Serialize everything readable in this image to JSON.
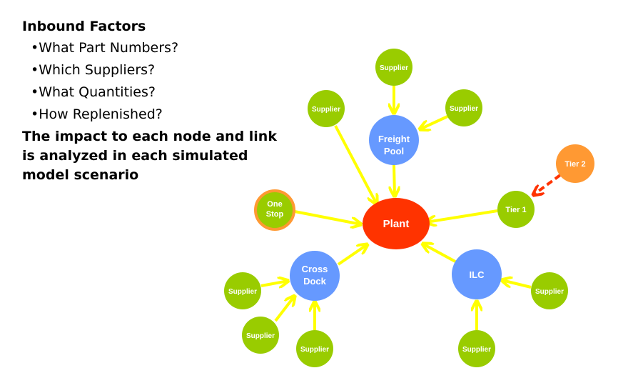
{
  "heading": "Inbound Factors",
  "bullets": [
    "•What Part Numbers?",
    "•Which Suppliers?",
    "•What Quantities?",
    "•How Replenished?"
  ],
  "summary": "The impact to each node and link is analyzed in each simulated model scenario",
  "colors": {
    "supplier": "#99cc00",
    "hub": "#6699ff",
    "plant": "#ff3300",
    "tier2": "#ff9933",
    "link": "#ffff00",
    "dashed": "#ff3300"
  },
  "nodes": {
    "plant": "Plant",
    "freight_pool": [
      "Freight",
      "Pool"
    ],
    "cross_dock": [
      "Cross",
      "Dock"
    ],
    "ilc": "ILC",
    "one_stop": [
      "One",
      "Stop"
    ],
    "tier1": "Tier 1",
    "tier2": "Tier 2",
    "supplier": "Supplier"
  }
}
